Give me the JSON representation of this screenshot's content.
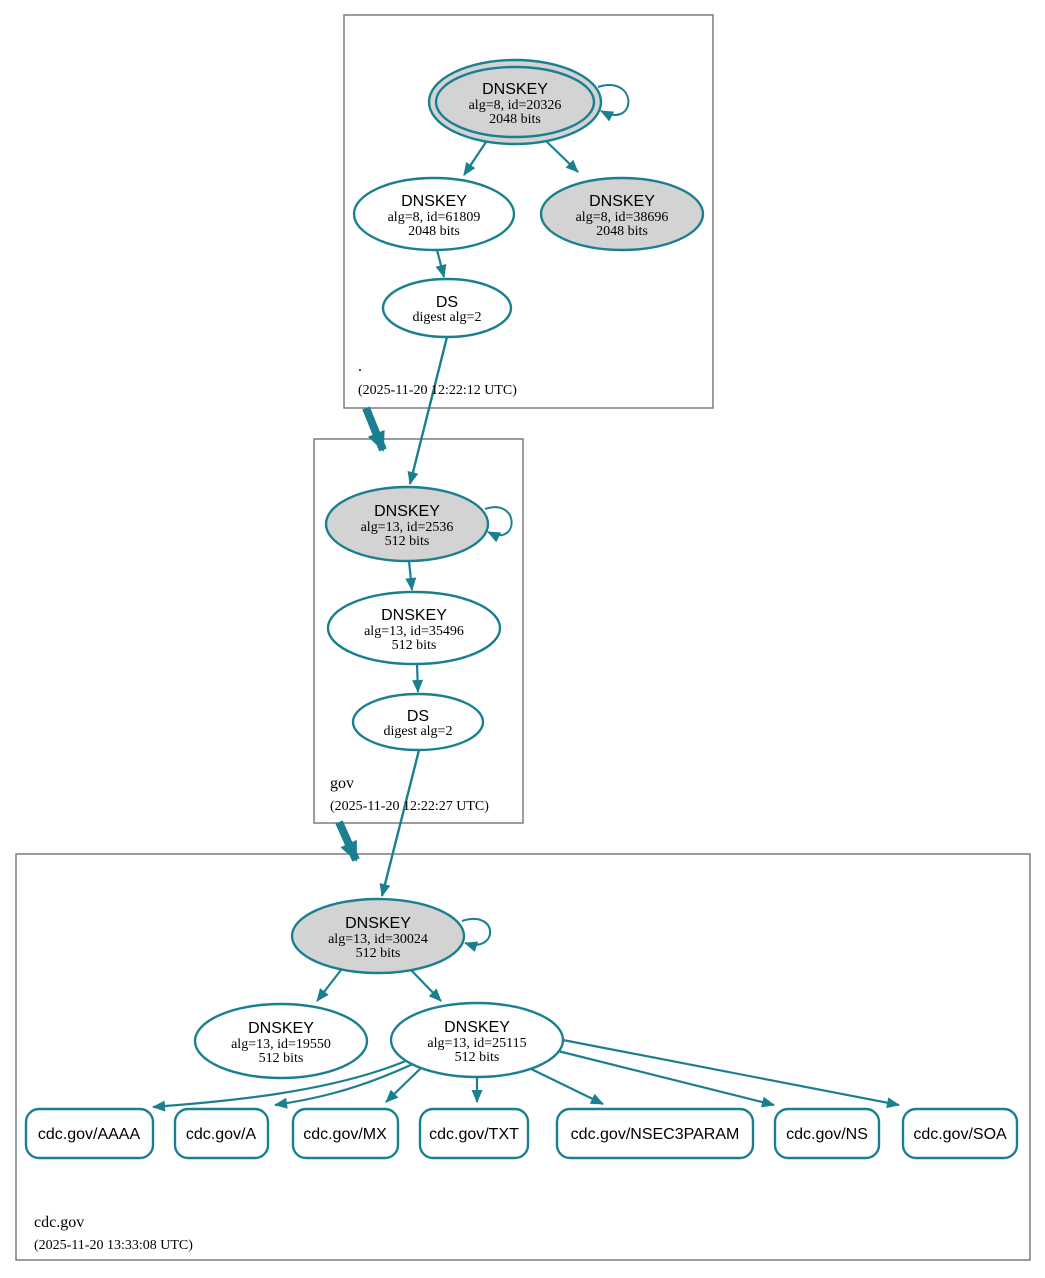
{
  "diagram": {
    "type": "dnssec-authentication-chain",
    "colors": {
      "edge": "#1a7f8e",
      "ksk_fill": "#d3d3d3",
      "node_fill": "#ffffff",
      "box_border": "#737373",
      "text": "#000000",
      "background": "#ffffff"
    },
    "zones": [
      {
        "name": ".",
        "timestamp": "(2025-11-20 12:22:12 UTC)",
        "nodes": {
          "ksk": {
            "title": "DNSKEY",
            "detail": "alg=8, id=20326",
            "bits": "2048 bits"
          },
          "zsk": {
            "title": "DNSKEY",
            "detail": "alg=8, id=61809",
            "bits": "2048 bits"
          },
          "ksk2": {
            "title": "DNSKEY",
            "detail": "alg=8, id=38696",
            "bits": "2048 bits"
          },
          "ds": {
            "title": "DS",
            "detail": "digest alg=2"
          }
        }
      },
      {
        "name": "gov",
        "timestamp": "(2025-11-20 12:22:27 UTC)",
        "nodes": {
          "ksk": {
            "title": "DNSKEY",
            "detail": "alg=13, id=2536",
            "bits": "512 bits"
          },
          "zsk": {
            "title": "DNSKEY",
            "detail": "alg=13, id=35496",
            "bits": "512 bits"
          },
          "ds": {
            "title": "DS",
            "detail": "digest alg=2"
          }
        }
      },
      {
        "name": "cdc.gov",
        "timestamp": "(2025-11-20 13:33:08 UTC)",
        "nodes": {
          "ksk": {
            "title": "DNSKEY",
            "detail": "alg=13, id=30024",
            "bits": "512 bits"
          },
          "key2": {
            "title": "DNSKEY",
            "detail": "alg=13, id=19550",
            "bits": "512 bits"
          },
          "zsk": {
            "title": "DNSKEY",
            "detail": "alg=13, id=25115",
            "bits": "512 bits"
          },
          "rrsets": [
            {
              "label": "cdc.gov/AAAA"
            },
            {
              "label": "cdc.gov/A"
            },
            {
              "label": "cdc.gov/MX"
            },
            {
              "label": "cdc.gov/TXT"
            },
            {
              "label": "cdc.gov/NSEC3PARAM"
            },
            {
              "label": "cdc.gov/NS"
            },
            {
              "label": "cdc.gov/SOA"
            }
          ]
        }
      }
    ]
  }
}
